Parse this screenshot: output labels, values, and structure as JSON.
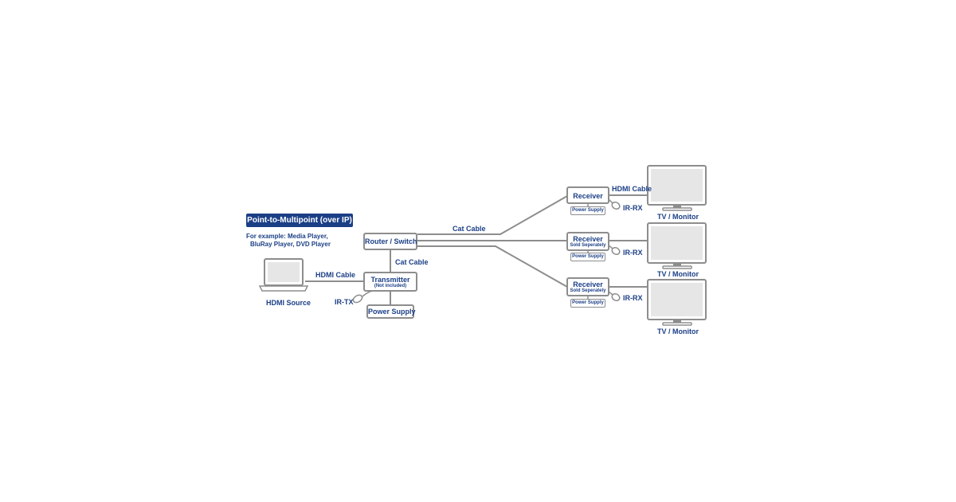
{
  "title": "Point-to-Multipoint (over IP)",
  "example_lines": [
    "For example: Media Player,",
    "BluRay Player, DVD Player"
  ],
  "source": {
    "label": "HDMI Source"
  },
  "source_cable": {
    "label": "HDMI Cable"
  },
  "router": {
    "label": "Router / Switch"
  },
  "uplink_cable": {
    "label": "Cat Cable"
  },
  "trunk_cable": {
    "label": "Cat Cable"
  },
  "transmitter": {
    "label": "Transmitter",
    "sublabel": "(Not included)",
    "ir": "IR-TX",
    "power": "Power Supply"
  },
  "receivers": [
    {
      "label": "Receiver",
      "sublabel": "",
      "power": "Power Supply",
      "ir": "IR-RX",
      "cable": "HDMI Cable",
      "display": "TV / Monitor"
    },
    {
      "label": "Receiver",
      "sublabel": "Sold Seperately",
      "power": "Power Supply",
      "ir": "IR-RX",
      "cable": "",
      "display": "TV / Monitor"
    },
    {
      "label": "Receiver",
      "sublabel": "Sold Seperately",
      "power": "Power Supply",
      "ir": "IR-RX",
      "cable": "",
      "display": "TV / Monitor"
    }
  ],
  "colors": {
    "text": "#1b3f86",
    "line": "#8d8d8d",
    "badge_bg": "#1b3f86",
    "screen": "#e6e6e6"
  }
}
